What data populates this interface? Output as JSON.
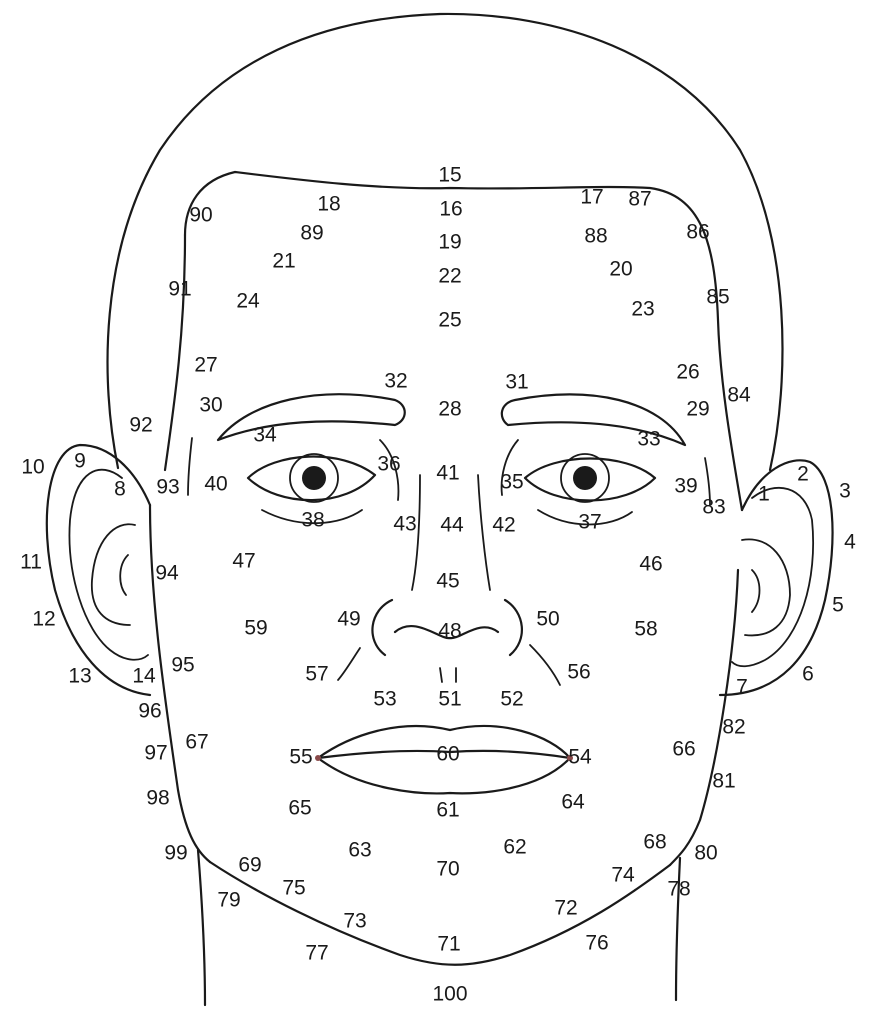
{
  "colors": {
    "line": "#1a1a1a",
    "pupil": "#1a1a1a",
    "lip_corner": "#8a4a4a",
    "background": "#ffffff"
  },
  "labels": [
    "1",
    "2",
    "3",
    "4",
    "5",
    "6",
    "7",
    "8",
    "9",
    "10",
    "11",
    "12",
    "13",
    "14",
    "15",
    "16",
    "17",
    "18",
    "19",
    "20",
    "21",
    "22",
    "23",
    "24",
    "25",
    "26",
    "27",
    "28",
    "29",
    "30",
    "31",
    "32",
    "33",
    "34",
    "35",
    "36",
    "37",
    "38",
    "39",
    "40",
    "41",
    "42",
    "43",
    "44",
    "45",
    "46",
    "47",
    "48",
    "49",
    "50",
    "51",
    "52",
    "53",
    "54",
    "55",
    "56",
    "57",
    "58",
    "59",
    "60",
    "61",
    "62",
    "63",
    "64",
    "65",
    "66",
    "67",
    "68",
    "69",
    "70",
    "71",
    "72",
    "73",
    "74",
    "75",
    "76",
    "77",
    "78",
    "79",
    "80",
    "81",
    "82",
    "83",
    "84",
    "85",
    "86",
    "87",
    "88",
    "89",
    "90",
    "91",
    "92",
    "93",
    "94",
    "95",
    "96",
    "97",
    "98",
    "99",
    "100"
  ]
}
